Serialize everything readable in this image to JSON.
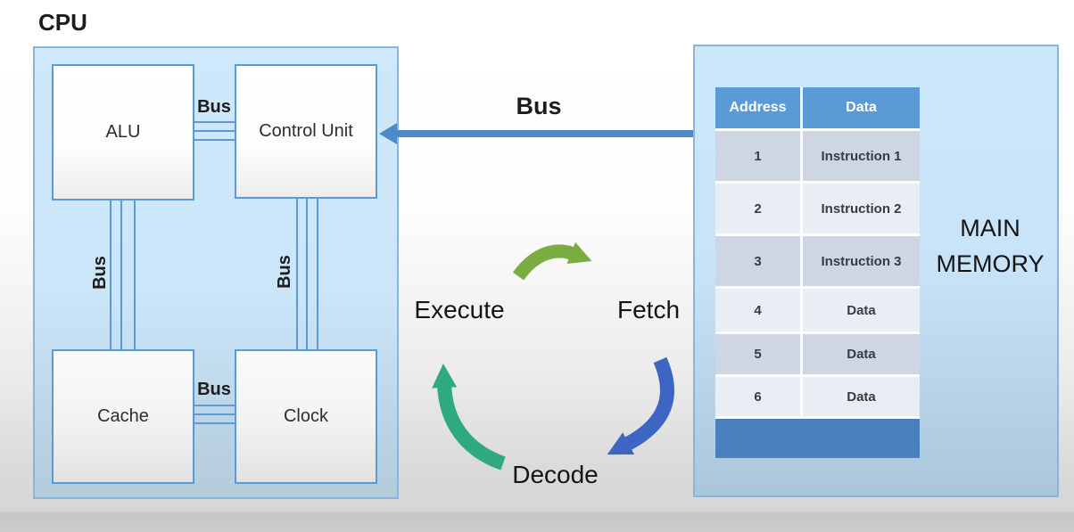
{
  "cpu": {
    "label": "CPU",
    "blocks": {
      "alu": "ALU",
      "control_unit": "Control Unit",
      "cache": "Cache",
      "clock": "Clock"
    },
    "bus_labels": {
      "top": "Bus",
      "bottom": "Bus",
      "left_vertical": "Bus",
      "right_vertical": "Bus"
    }
  },
  "bus_arrow": {
    "label": "Bus",
    "color": "#4e8ac8"
  },
  "cycle": {
    "labels": {
      "execute": "Execute",
      "fetch": "Fetch",
      "decode": "Decode"
    },
    "arrow_colors": {
      "execute_to_fetch": "#79ad41",
      "fetch_to_decode": "#3d66c4",
      "decode_to_execute": "#2faa7e"
    }
  },
  "memory": {
    "label_line1": "MAIN",
    "label_line2": "MEMORY",
    "table": {
      "headers": [
        "Address",
        "Data"
      ],
      "rows": [
        [
          "1",
          "Instruction 1"
        ],
        [
          "2",
          "Instruction 2"
        ],
        [
          "3",
          "Instruction 3"
        ],
        [
          "4",
          "Data"
        ],
        [
          "5",
          "Data"
        ],
        [
          "6",
          "Data"
        ]
      ],
      "header_color": "#5b9bd5",
      "footer_color": "#4a80c0",
      "row_dark_color": "#cfd6e3",
      "row_light_color": "#e9edf4"
    }
  }
}
